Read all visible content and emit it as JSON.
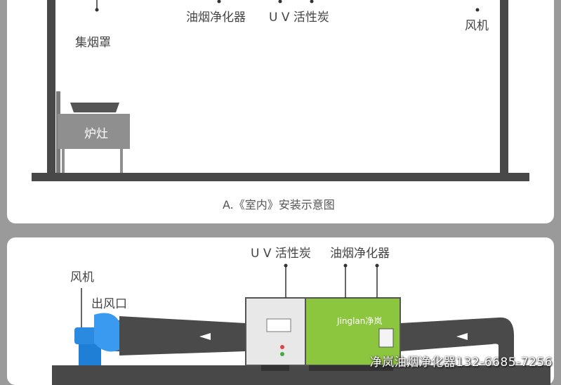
{
  "indoor": {
    "hood_label": "集烟罩",
    "purifier_label": "油烟净化器",
    "uv_label": "U V 活性炭",
    "fan_label": "风机",
    "stove_label": "炉灶",
    "caption": "A.《室内》安装示意图"
  },
  "outdoor": {
    "uv_label": "U V 活性炭",
    "purifier_label": "油烟净化器",
    "fan_label": "风机",
    "outlet_label": "出风口",
    "brand_label": "Jinglan净岚"
  },
  "watermark": "净岚油烟净化器132-6685-7256",
  "colors": {
    "wall": "#484848",
    "stove": "#8f8f8f",
    "purifier": "#8cc63f",
    "fan": "#1f7fd6",
    "duct": "#4a4a4a"
  }
}
